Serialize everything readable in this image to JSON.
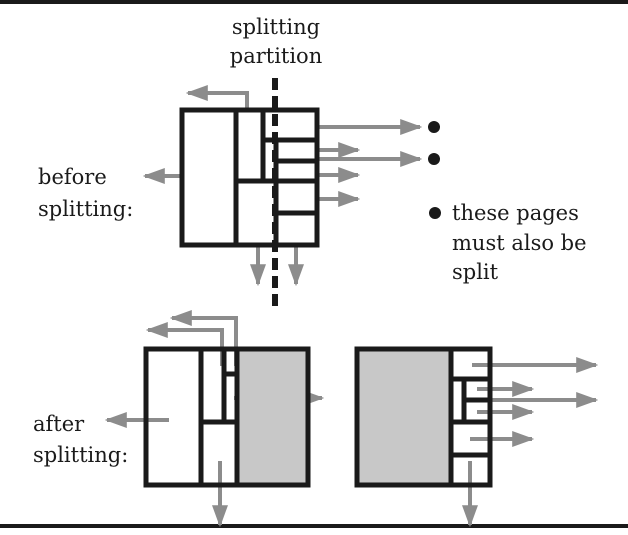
{
  "labels": {
    "splitting_line1": "splitting",
    "splitting_line2": "partition",
    "before_line1": "before",
    "before_line2": "splitting:",
    "note_line1": "these pages",
    "note_line2": "must also be",
    "note_line3": "split",
    "after_line1": "after",
    "after_line2": "splitting:"
  },
  "colors": {
    "ink": "#1a1a1a",
    "arrow": "#8c8c8c",
    "shaded_page": "#c8c8c8",
    "background": "#ffffff"
  }
}
